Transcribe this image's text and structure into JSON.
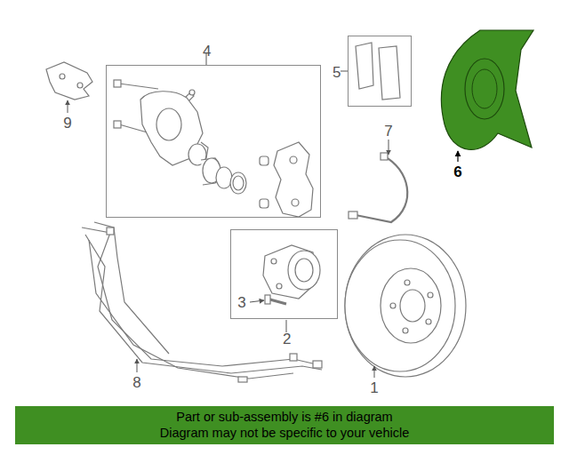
{
  "diagram": {
    "nodes": [
      {
        "text": [
          "4"
        ]
      },
      {
        "text": [
          "5"
        ]
      },
      {
        "text": [
          "2"
        ]
      },
      {
        "text": [
          "Part or sub-assembly is #6 in diagram",
          "Diagram may not be specific to your vehicle"
        ]
      }
    ],
    "labels": [
      "9",
      "7",
      "6",
      "3",
      "1",
      "8"
    ]
  }
}
